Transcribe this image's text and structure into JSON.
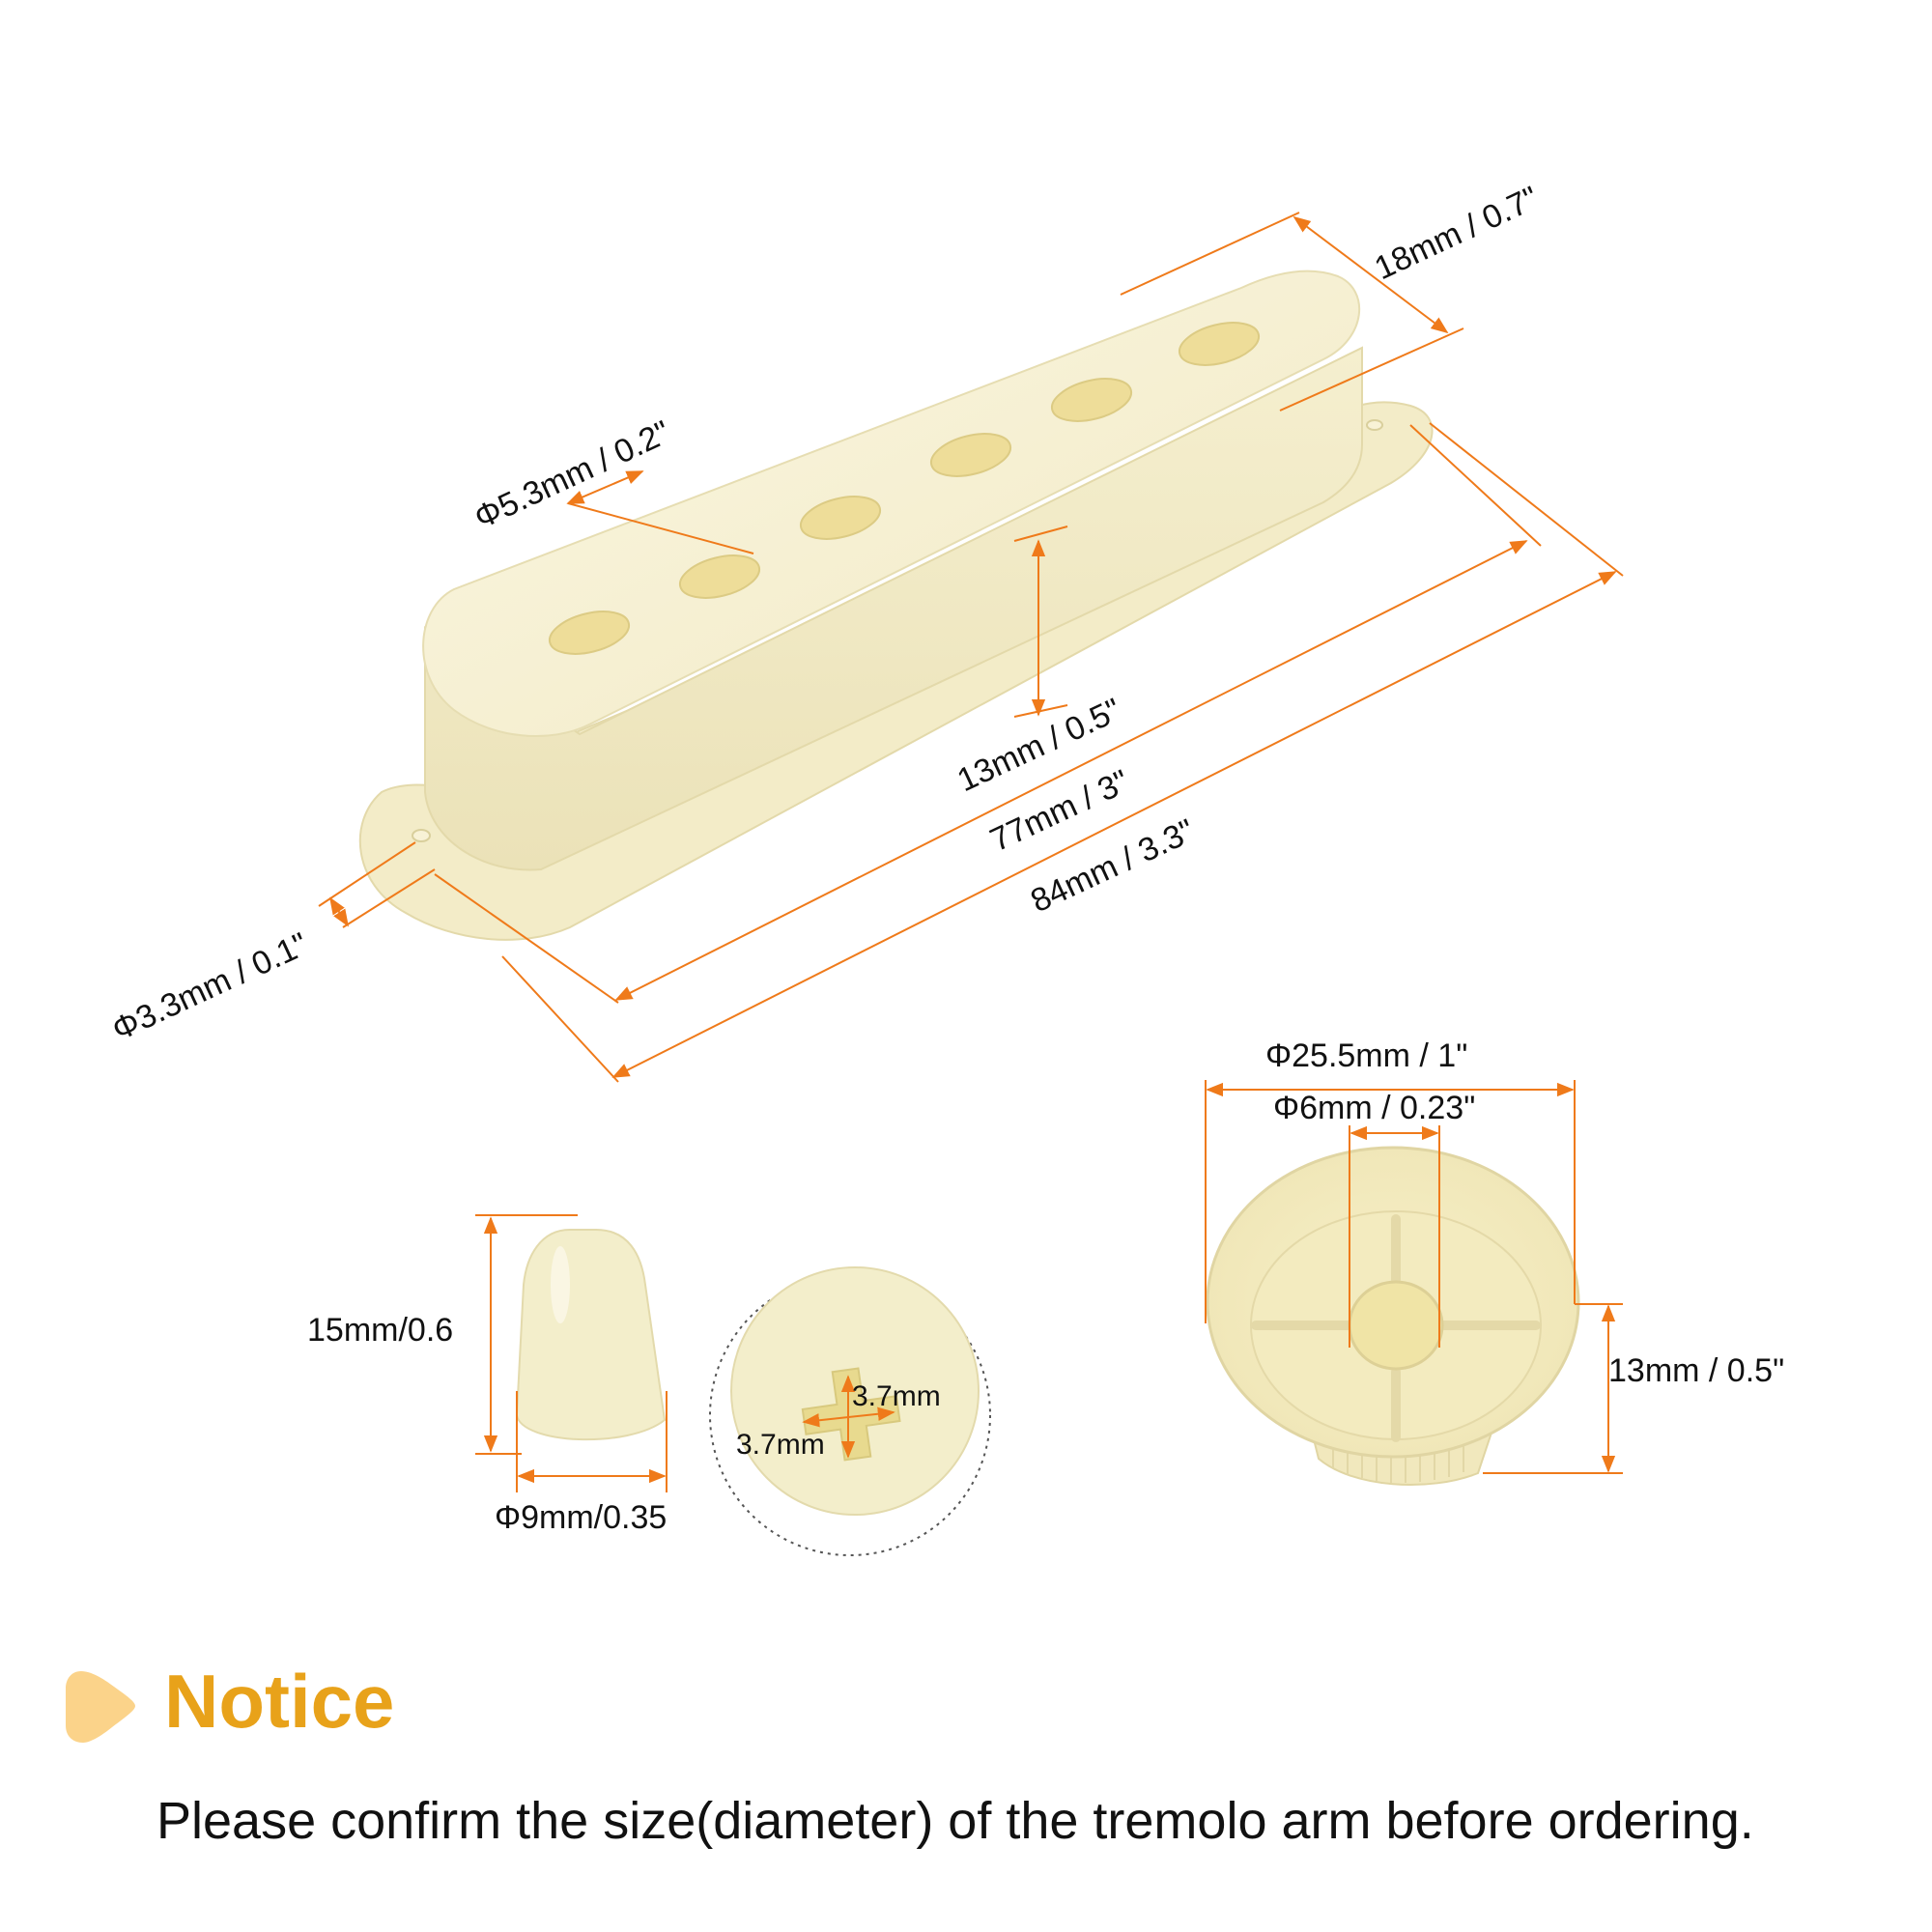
{
  "colors": {
    "part": "#f4eecb",
    "part_edge": "#e4dcb0",
    "part_shadow": "#e9e0b6",
    "hole": "#eedd99",
    "dimension_line": "#ef7a1a",
    "accent": "#e8a21a",
    "notice_icon": "#fbd38a"
  },
  "pickup_cover": {
    "width_label": "18mm / 0.7\"",
    "pole_hole_label": "Φ5.3mm / 0.2\"",
    "height_label": "13mm / 0.5\"",
    "inner_length_label": "77mm / 3\"",
    "total_length_label": "84mm / 3.3\"",
    "mount_hole_label": "Φ3.3mm / 0.1\""
  },
  "knob": {
    "outer_diameter_label": "Φ25.5mm / 1\"",
    "shaft_diameter_label": "Φ6mm / 0.23\"",
    "height_label": "13mm / 0.5\""
  },
  "switch_tip": {
    "height_label": "15mm/0.6",
    "diameter_label": "Φ9mm/0.35",
    "slot_height_label": "3.7mm",
    "slot_width_label": "3.7mm"
  },
  "notice": {
    "title": "Notice",
    "text": "Please confirm the size(diameter) of the tremolo arm before ordering."
  }
}
